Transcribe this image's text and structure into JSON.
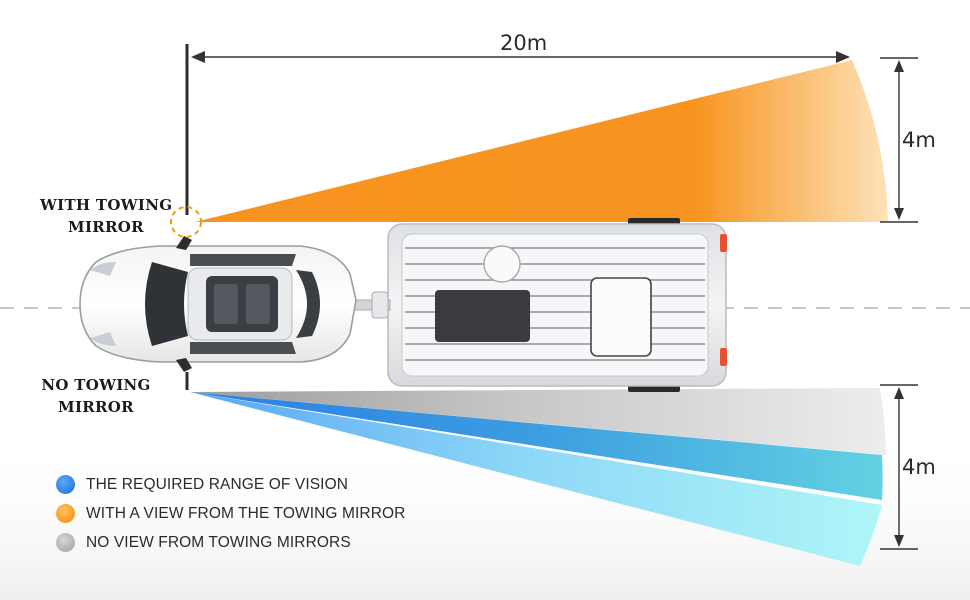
{
  "dimensions": {
    "length_label": "20m",
    "width_label_top": "4m",
    "width_label_bottom": "4m"
  },
  "labels": {
    "with_towing_mirror": [
      "WITH TOWING",
      "MIRROR"
    ],
    "no_towing_mirror": [
      "NO TOWING",
      "MIRROR"
    ]
  },
  "legend": [
    {
      "label": "THE REQUIRED RANGE OF VISION",
      "color": "#1f7fe0",
      "icon": "blue-dot-icon"
    },
    {
      "label": "WITH A VIEW FROM THE TOWING MIRROR",
      "color": "#f29a12",
      "icon": "orange-dot-icon"
    },
    {
      "label": "NO VIEW FROM TOWING MIRRORS",
      "color": "#a9a9a9",
      "icon": "gray-dot-icon"
    }
  ],
  "colors": {
    "orange_zone": "#f7931e",
    "blue_zone": "#3f8ff0",
    "cyan_zone": "#7fe3f2",
    "gray_zone": "#d9d9d9",
    "guide_line": "#333333"
  }
}
